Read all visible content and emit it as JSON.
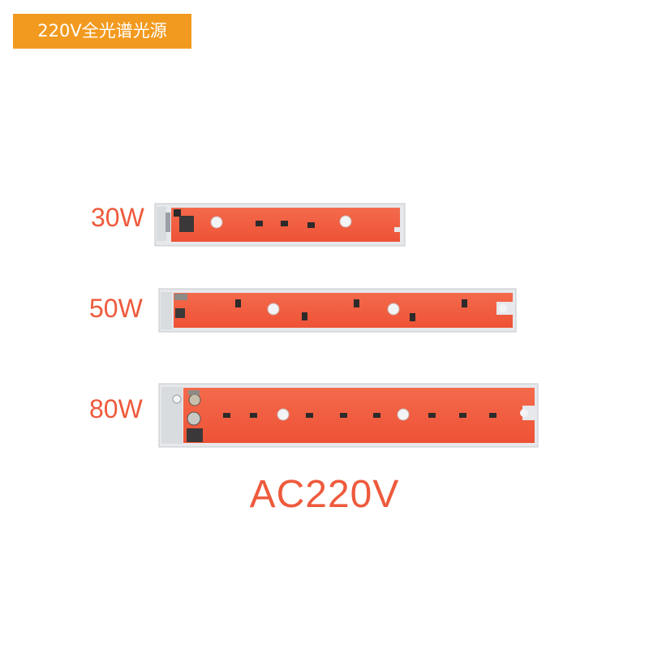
{
  "badge": {
    "text": "220V全光谱光源",
    "color": "#f29a1f"
  },
  "modules": [
    {
      "label": "30W"
    },
    {
      "label": "50W"
    },
    {
      "label": "80W"
    }
  ],
  "voltage_label": "AC220V",
  "colors": {
    "pcb": "#f25c40",
    "substrate": "#e5e7ea",
    "label_text": "#ee5a3c"
  }
}
